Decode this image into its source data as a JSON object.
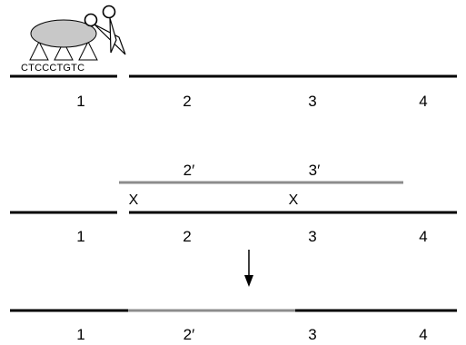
{
  "colors": {
    "dna_strand": "#000000",
    "donor_strand": "#8c8c8c",
    "protein_fill": "#c8c8c8",
    "stroke": "#000000"
  },
  "icons": {
    "nuclease": "protein-ellipse-icon",
    "scissors": "scissors-icon"
  },
  "recognition_sequence": "CTCCCTGTC",
  "panel_top": {
    "segment_labels": [
      "1",
      "2",
      "3",
      "4"
    ]
  },
  "panel_middle": {
    "donor_labels": [
      "2′",
      "3′"
    ],
    "crossover_marks": [
      "X",
      "X"
    ],
    "segment_labels": [
      "1",
      "2",
      "3",
      "4"
    ]
  },
  "panel_bottom": {
    "segment_labels": [
      "1",
      "2′",
      "3",
      "4"
    ]
  }
}
